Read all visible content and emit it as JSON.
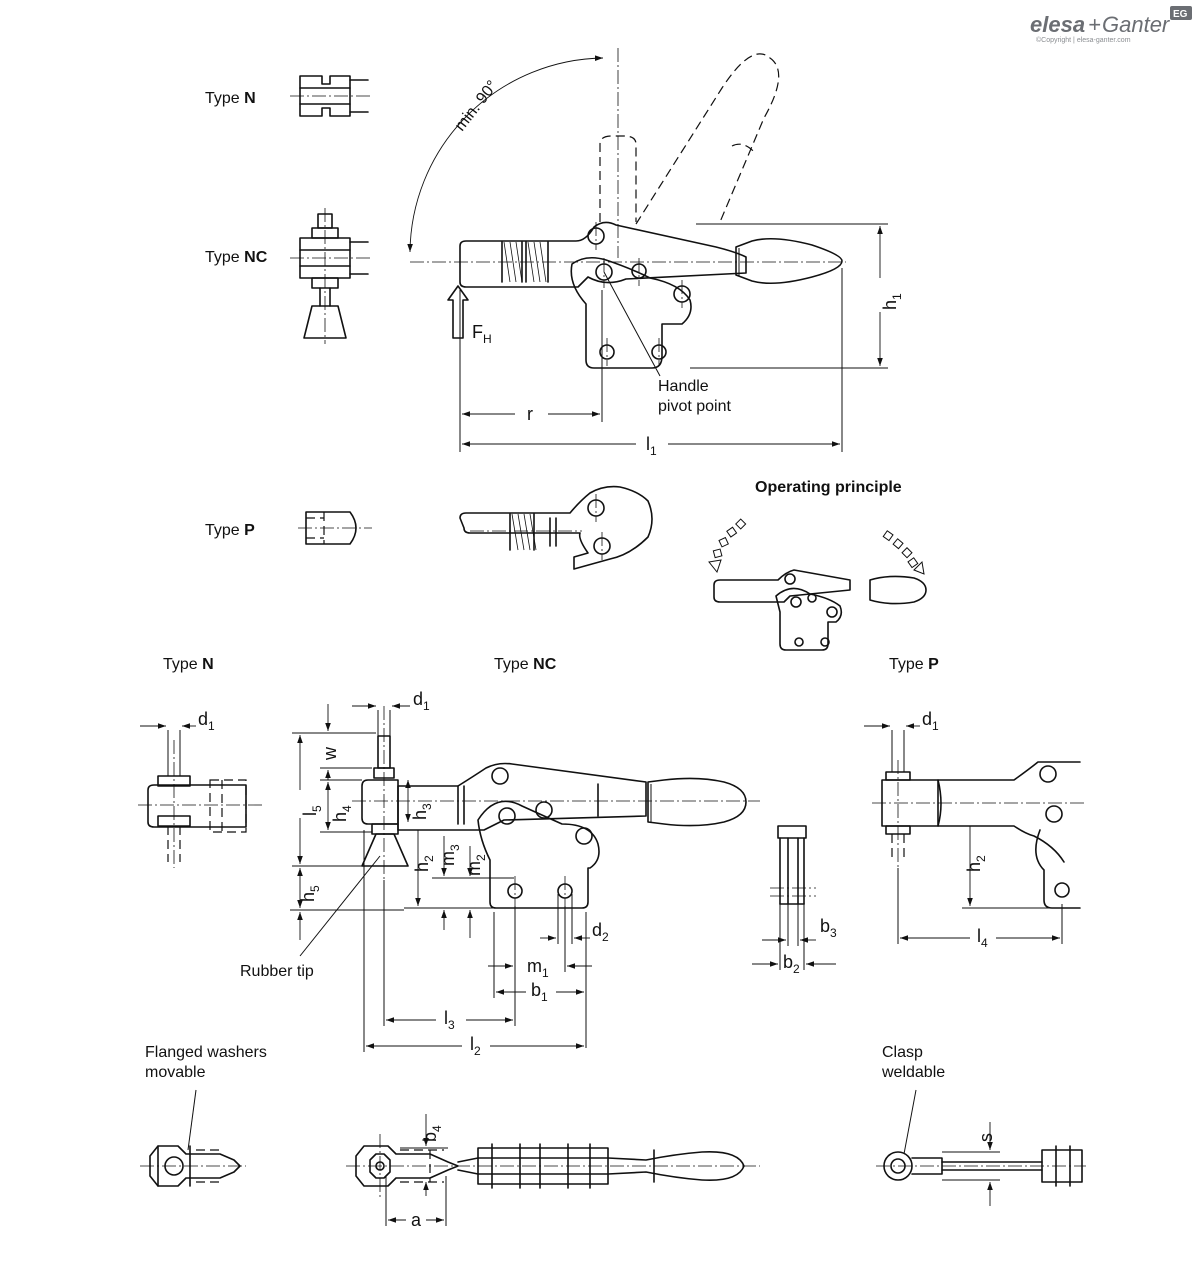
{
  "brand": {
    "name_a": "elesa",
    "name_b": "Ganter",
    "badge": "EG",
    "copyright": "©Copyright | elesa-ganter.com"
  },
  "top_view": {
    "type_n": {
      "prefix": "Type ",
      "bold": "N"
    },
    "type_nc": {
      "prefix": "Type ",
      "bold": "NC"
    },
    "type_p": {
      "prefix": "Type ",
      "bold": "P"
    },
    "angle": "min. 90°",
    "force": {
      "main": "F",
      "sub": "H"
    },
    "pivot_label_1": "Handle",
    "pivot_label_2": "pivot point",
    "dim_r": "r",
    "dim_l1": {
      "main": "l",
      "sub": "1"
    },
    "dim_h1": {
      "main": "h",
      "sub": "1"
    }
  },
  "operating": {
    "title": "Operating principle"
  },
  "middle": {
    "type_n": {
      "prefix": "Type ",
      "bold": "N"
    },
    "type_nc": {
      "prefix": "Type ",
      "bold": "NC"
    },
    "type_p": {
      "prefix": "Type ",
      "bold": "P"
    },
    "rubber_tip": "Rubber tip",
    "dims": {
      "d1": {
        "main": "d",
        "sub": "1"
      },
      "w": {
        "main": "w",
        "sub": ""
      },
      "l5": {
        "main": "l",
        "sub": "5"
      },
      "h4": {
        "main": "h",
        "sub": "4"
      },
      "h3": {
        "main": "h",
        "sub": "3"
      },
      "h2": {
        "main": "h",
        "sub": "2"
      },
      "m3": {
        "main": "m",
        "sub": "3"
      },
      "m2": {
        "main": "m",
        "sub": "2"
      },
      "h5": {
        "main": "h",
        "sub": "5"
      },
      "d2": {
        "main": "d",
        "sub": "2"
      },
      "m1": {
        "main": "m",
        "sub": "1"
      },
      "b1": {
        "main": "b",
        "sub": "1"
      },
      "l3": {
        "main": "l",
        "sub": "3"
      },
      "l2": {
        "main": "l",
        "sub": "2"
      },
      "b3": {
        "main": "b",
        "sub": "3"
      },
      "b2": {
        "main": "b",
        "sub": "2"
      },
      "l4": {
        "main": "l",
        "sub": "4"
      }
    }
  },
  "bottom": {
    "washers_1": "Flanged washers",
    "washers_2": "movable",
    "clasp_1": "Clasp",
    "clasp_2": "weldable",
    "dim_b4": {
      "main": "b",
      "sub": "4"
    },
    "dim_a": {
      "main": "a",
      "sub": ""
    },
    "dim_s": {
      "main": "s",
      "sub": ""
    }
  }
}
